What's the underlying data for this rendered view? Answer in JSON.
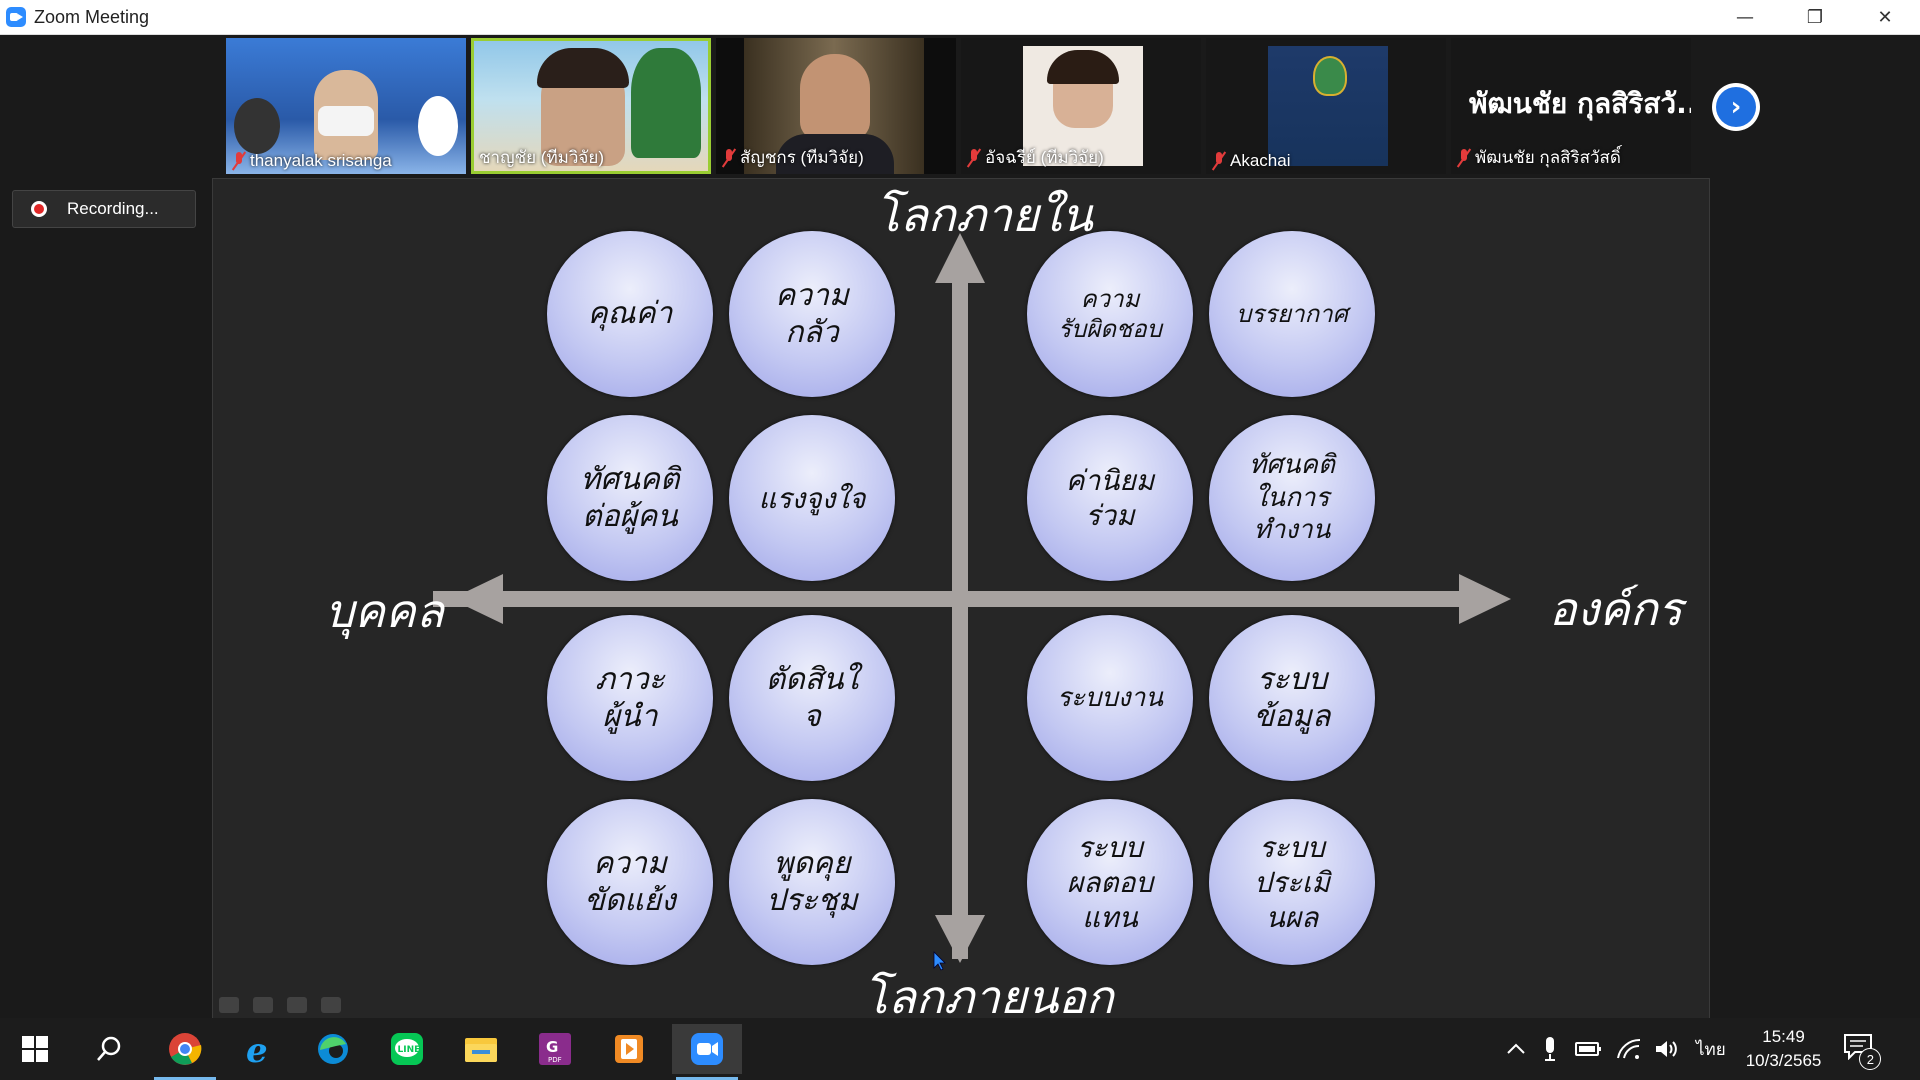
{
  "window": {
    "title": "Zoom Meeting",
    "minimize": "—",
    "restore": "❐",
    "close": "✕"
  },
  "participants": [
    {
      "name": "thanyalak srisanga",
      "muted": true
    },
    {
      "name": "ชาญชัย (ทีมวิจัย)",
      "muted": false,
      "active": true
    },
    {
      "name": "สัญชกร (ทีมวิจัย)",
      "muted": true
    },
    {
      "name": "อัจฉรีย์ (ทีมวิจัย)",
      "muted": true
    },
    {
      "name": "Akachai",
      "muted": true
    },
    {
      "name": "พัฒนชัย กุลสิริสวัสดิ์",
      "muted": true,
      "display_name": "พัฒนชัย กุลสิริสวั..."
    }
  ],
  "recording": {
    "label": "Recording..."
  },
  "slide": {
    "top_label": "โลกภายใน",
    "bottom_label": "โลกภายนอก",
    "left_label": "บุคคล",
    "right_label": "องค์กร",
    "circles": [
      "คุณค่า",
      "ความ\nกลัว",
      "ความ\nรับผิดชอบ",
      "บรรยากาศ",
      "ทัศนคติ\nต่อผู้คน",
      "แรงจูงใจ",
      "ค่านิยม\nร่วม",
      "ทัศนคติ\nในการ\nทำงาน",
      "ภาวะ\nผู้นำ",
      "ตัดสินใ\nจ",
      "ระบบงาน",
      "ระบบ\nข้อมูล",
      "ความ\nขัดแย้ง",
      "พูดคุย\nประชุม",
      "ระบบ\nผลตอบ\nแทน",
      "ระบบ\nประเมิ\nนผล"
    ]
  },
  "taskbar": {
    "apps": [
      "start-icon",
      "search-icon",
      "chrome-icon",
      "internet-explorer-icon",
      "edge-icon",
      "line-icon",
      "file-explorer-icon",
      "pdf-icon",
      "media-player-icon",
      "zoom-icon"
    ],
    "language": "ไทย",
    "time": "15:49",
    "date": "10/3/2565",
    "notifications": "2"
  }
}
